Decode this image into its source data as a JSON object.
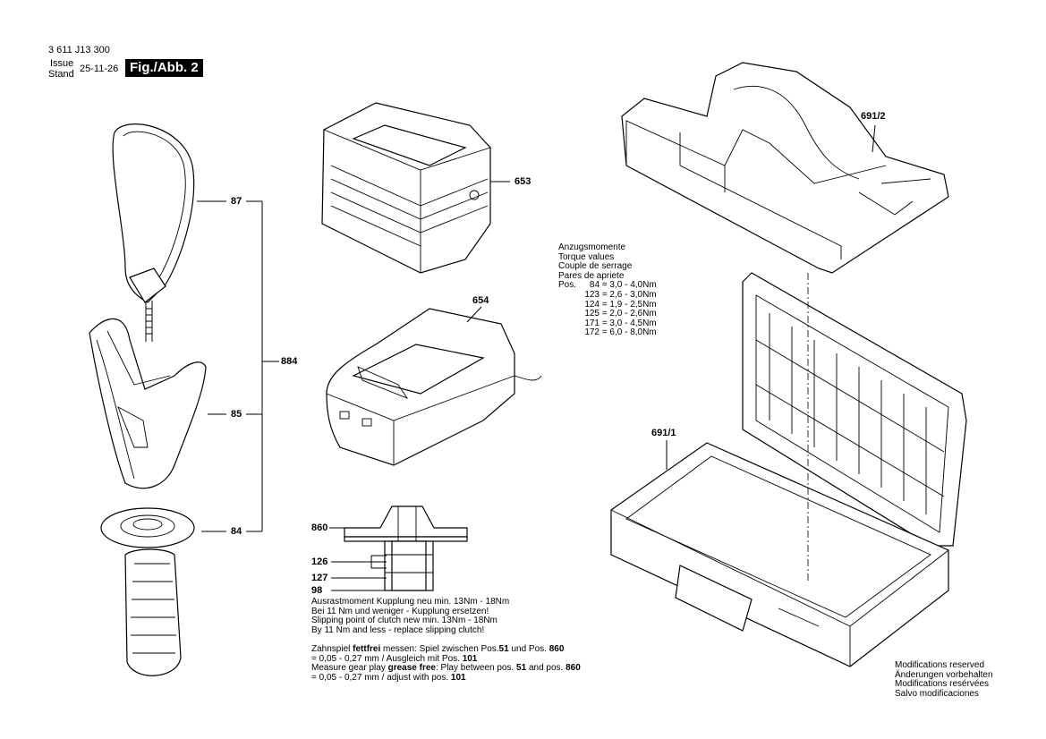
{
  "header": {
    "part_no": "3 611 J13 300",
    "issue_label": "Issue",
    "stand_label": "Stand",
    "date": "25-11-26",
    "fig_label": "Fig./Abb. 2"
  },
  "labels": {
    "p87": "87",
    "p85": "85",
    "p84": "84",
    "p884": "884",
    "p653": "653",
    "p654": "654",
    "p691_2": "691/2",
    "p691_1": "691/1",
    "p860": "860",
    "p126": "126",
    "p127": "127",
    "p98": "98"
  },
  "torque": {
    "lines": [
      "Anzugsmomente",
      "Torque values",
      "Couple de serrage",
      "Pares de apriete"
    ],
    "pos_label": "Pos.",
    "rows": [
      {
        "pos": "84",
        "range": "= 3,0 -  4,0Nm"
      },
      {
        "pos": "123",
        "range": "= 2,6 -  3,0Nm"
      },
      {
        "pos": "124",
        "range": "= 1,9 -  2,5Nm"
      },
      {
        "pos": "125",
        "range": "= 2,0 -  2,6Nm"
      },
      {
        "pos": "171",
        "range": "= 3,0 -  4,5Nm"
      },
      {
        "pos": "172",
        "range": "= 6,0 -  8,0Nm"
      }
    ]
  },
  "clutch": {
    "l1": "Ausrastmoment Kupplung neu min. 13Nm - 18Nm",
    "l2": "Bei 11 Nm und weniger - Kupplung ersetzen!",
    "l3": "Slipping point of clutch new min. 13Nm - 18Nm",
    "l4": "By 11 Nm and less - replace slipping clutch!"
  },
  "gear": {
    "l1a": "Zahnspiel ",
    "l1b": "fettfrei",
    "l1c": " messen: Spiel zwischen Pos.",
    "l1d": "51",
    "l1e": " und Pos. ",
    "l1f": "860",
    "l2a": "= 0,05 - 0,27 mm / Ausgleich mit Pos. ",
    "l2b": "101",
    "l3a": "Measure gear play ",
    "l3b": "grease free",
    "l3c": ": Play between pos. ",
    "l3d": "51",
    "l3e": " and pos. ",
    "l3f": "860",
    "l4a": "= 0,05 - 0,27 mm / adjust with pos. ",
    "l4b": "101"
  },
  "footer": {
    "lines": [
      "Modifications reserved",
      "Änderungen vorbehalten",
      "Modifications resérvées",
      "Salvo modificaciones"
    ]
  }
}
